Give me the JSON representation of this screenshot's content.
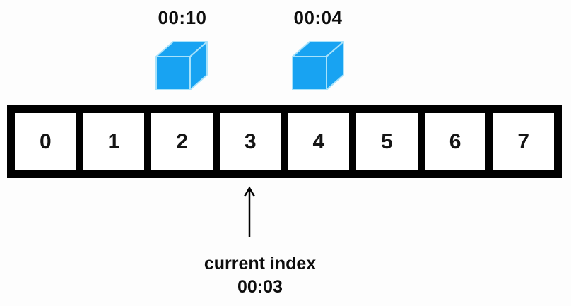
{
  "colors": {
    "background": "#fdfdfd",
    "cube_fill": "#18A3F2",
    "cube_edge": "#A8E2FB",
    "line": "#000000",
    "text": "#0d0d0d"
  },
  "cubes": [
    {
      "time_label": "00:10",
      "icon": "cube-icon",
      "above_cell": "2"
    },
    {
      "time_label": "00:04",
      "icon": "cube-icon",
      "above_cell": "4"
    }
  ],
  "array": {
    "cells": [
      "0",
      "1",
      "2",
      "3",
      "4",
      "5",
      "6",
      "7"
    ]
  },
  "pointer": {
    "arrow_icon": "arrow-up-icon",
    "caption_line1": "current index",
    "caption_line2": "00:03",
    "points_to_cell": "3"
  }
}
